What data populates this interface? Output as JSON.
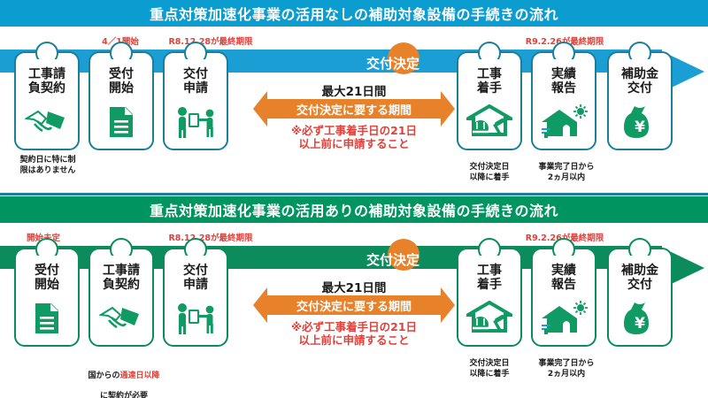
{
  "rows": [
    {
      "banner": "重点対策加速化事業の活用なしの補助対象設備の手続きの流れ",
      "banner_color": "#0b9cd0",
      "accent_color": "#1a9ed4",
      "steps": [
        {
          "label": "工事請\n負契約",
          "icon": "handshake-icon",
          "note": "",
          "caption": "契約日に特に制\n限はありません",
          "caption_hl": ""
        },
        {
          "label": "受付\n開始",
          "icon": "document-icon",
          "note": "4／1開始",
          "caption": "",
          "caption_hl": ""
        },
        {
          "label": "交付\n申請",
          "icon": "application-icon",
          "note": "R8.12.28が最終期限",
          "caption": "",
          "caption_hl": ""
        },
        {
          "label": "工事\n着手",
          "icon": "construction-icon",
          "note": "",
          "caption": "交付決定日\n以降に着手",
          "caption_hl": ""
        },
        {
          "label": "実績\n報告",
          "icon": "house-sun-icon",
          "note": "R9.2.26が最終期限",
          "caption": "事業完了日から\n2ヵ月以内",
          "caption_hl": ""
        },
        {
          "label": "補助金\n交付",
          "icon": "money-bag-icon",
          "note": "",
          "caption": "",
          "caption_hl": ""
        }
      ],
      "decision_label": "交付決定",
      "duration_top": "最大21日間",
      "duration_inner": "交付決定に要する期間",
      "duration_bottom": "※必ず工事着手日の21日\n以上前に申請すること"
    },
    {
      "banner": "重点対策加速化事業の活用ありの補助対象設備の手続きの流れ",
      "banner_color": "#009460",
      "accent_color": "#0c8c5d",
      "steps": [
        {
          "label": "受付\n開始",
          "icon": "document-icon",
          "note": "開始未定",
          "caption": "",
          "caption_hl": ""
        },
        {
          "label": "工事請\n負契約",
          "icon": "handshake-icon",
          "note": "",
          "caption": "国からの{hl}\nに契約が必要",
          "caption_hl": "通達日以降"
        },
        {
          "label": "交付\n申請",
          "icon": "application-icon",
          "note": "R8.12.28が最終期限",
          "caption": "",
          "caption_hl": ""
        },
        {
          "label": "工事\n着手",
          "icon": "construction-icon",
          "note": "",
          "caption": "交付決定日\n以降に着手",
          "caption_hl": ""
        },
        {
          "label": "実績\n報告",
          "icon": "house-sun-icon",
          "note": "R9.2.26が最終期限",
          "caption": "事業完了日から\n2ヵ月以内",
          "caption_hl": ""
        },
        {
          "label": "補助金\n交付",
          "icon": "money-bag-icon",
          "note": "",
          "caption": "",
          "caption_hl": ""
        }
      ],
      "decision_label": "交付決定",
      "duration_top": "最大21日間",
      "duration_inner": "交付決定に要する期間",
      "duration_bottom": "※必ず工事着手日の21日\n以上前に申請すること"
    }
  ],
  "colors": {
    "orange": "#e8822a",
    "red": "#e0413a",
    "green_icon": "#0f9b63",
    "teal_border": "#1b7e9b"
  }
}
